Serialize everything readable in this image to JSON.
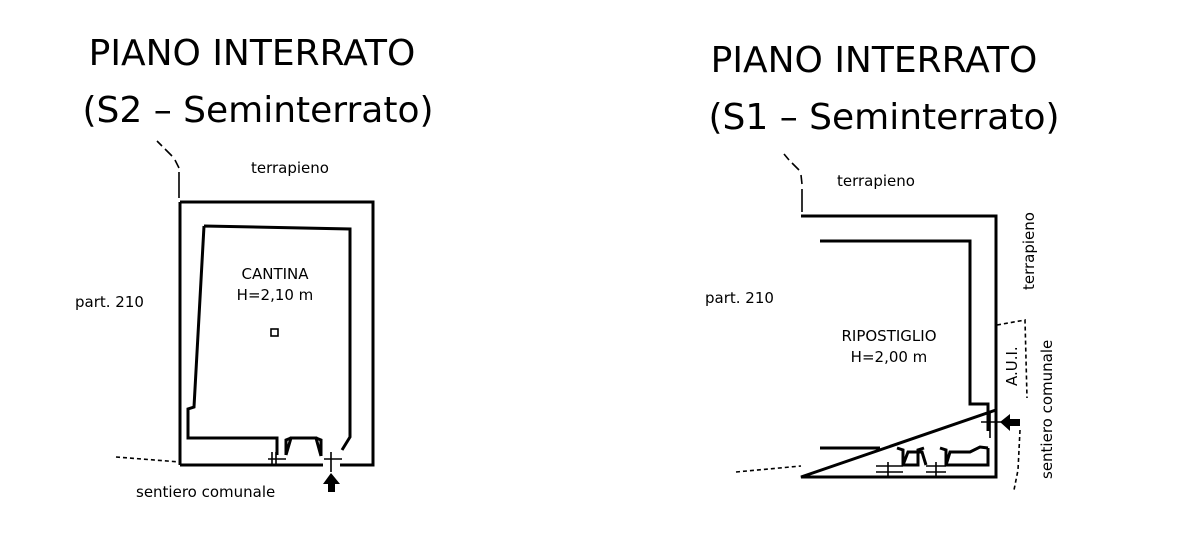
{
  "left_plan": {
    "title_line1": "PIANO  INTERRATO",
    "title_line2": "(S2  –  Seminterrato)",
    "label_top": "terrapieno",
    "label_left": "part. 210",
    "label_bottom": "sentiero  comunale",
    "room_name": "CANTINA",
    "room_height": "H=2,10  m"
  },
  "right_plan": {
    "title_line1": "PIANO  INTERRATO",
    "title_line2": "(S1  –  Seminterrato)",
    "label_top": "terrapieno",
    "label_left": "part. 210",
    "label_right_top": "terrapieno",
    "label_aui": "A.U.I.",
    "label_right_bottom": "sentiero  comunale",
    "room_name": "RIPOSTIGLIO",
    "room_height": "H=2,00  m"
  }
}
